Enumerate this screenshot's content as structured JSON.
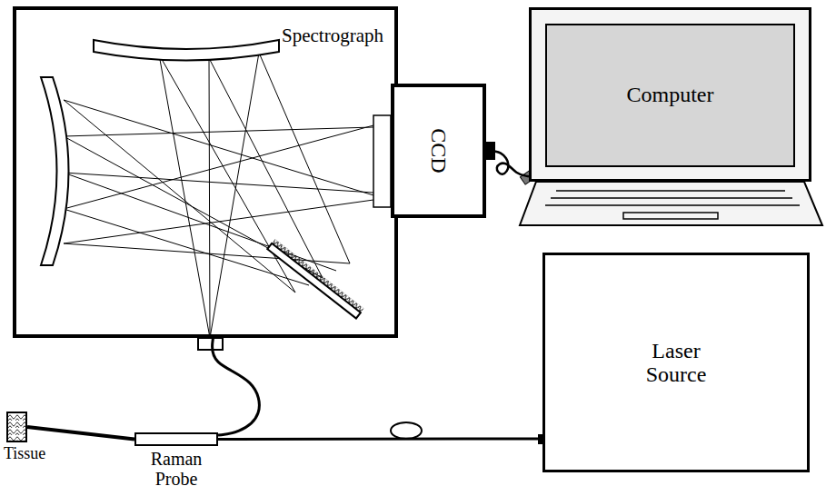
{
  "diagram": {
    "nodes": [
      {
        "text": [
          "Spectrograph"
        ]
      },
      {
        "text": [
          "CCD"
        ]
      },
      {
        "text": [
          "Computer"
        ]
      },
      {
        "text": [
          "Tissue"
        ]
      },
      {
        "text": [
          "Raman Probe"
        ]
      },
      {
        "text": [
          "Laser Source"
        ]
      }
    ],
    "edges": [
      {
        "from": 5,
        "to": 4,
        "arrow": "none"
      },
      {
        "from": 4,
        "to": 0,
        "arrow": "none"
      },
      {
        "from": 1,
        "to": 2,
        "arrow": "none"
      },
      {
        "from": 4,
        "to": 3,
        "arrow": "none"
      }
    ]
  }
}
